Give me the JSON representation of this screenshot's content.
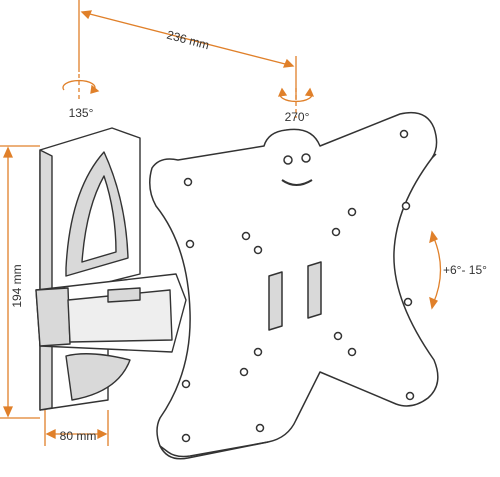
{
  "dimensions": {
    "width_label": "236 mm",
    "height_label": "194 mm",
    "depth_label": "80 mm"
  },
  "rotation": {
    "arm_label": "135°",
    "plate_label": "270°",
    "tilt_label": "+6°- 15°"
  },
  "colors": {
    "accent": "#e0802a",
    "line": "#333333",
    "shade": "#d9d9d9",
    "background": "#ffffff"
  }
}
